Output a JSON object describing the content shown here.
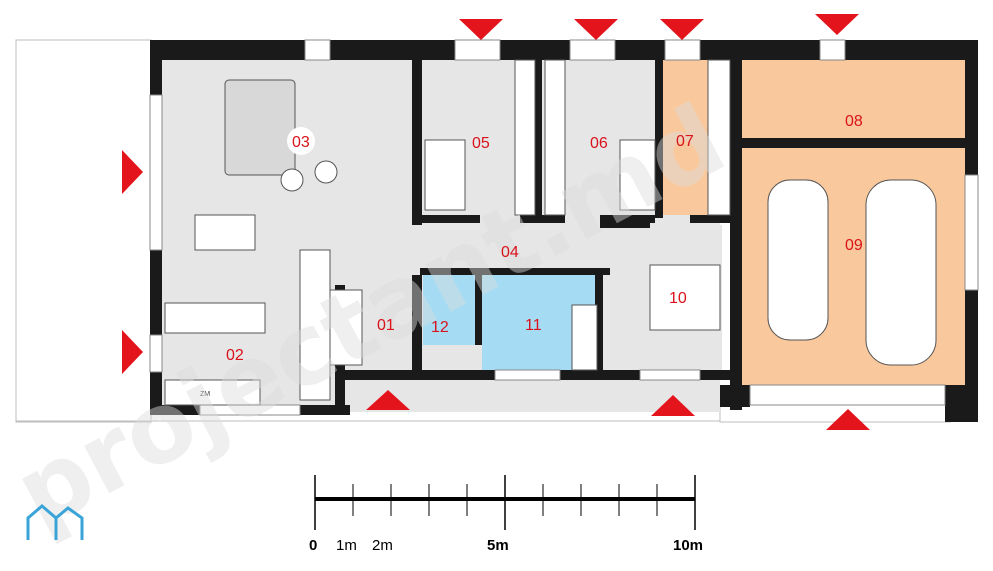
{
  "watermark": "projectant.md",
  "colors": {
    "floor_gray": "#e6e6e6",
    "garage_orange": "#f9c89c",
    "bath_blue": "#a5dcf4",
    "wall": "#1a1a1a",
    "marker_red": "#e4141c",
    "label_red": "#d9121b",
    "logo_blue": "#3aa4d8"
  },
  "rooms": [
    {
      "id": "01",
      "label": "01"
    },
    {
      "id": "02",
      "label": "02"
    },
    {
      "id": "03",
      "label": "03"
    },
    {
      "id": "04",
      "label": "04"
    },
    {
      "id": "05",
      "label": "05"
    },
    {
      "id": "06",
      "label": "06"
    },
    {
      "id": "07",
      "label": "07"
    },
    {
      "id": "08",
      "label": "08"
    },
    {
      "id": "09",
      "label": "09"
    },
    {
      "id": "10",
      "label": "10"
    },
    {
      "id": "11",
      "label": "11"
    },
    {
      "id": "12",
      "label": "12"
    }
  ],
  "fixtures": {
    "oven_label": "ZM"
  },
  "scale_bar": {
    "labels": [
      "0",
      "1m",
      "2m",
      "5m",
      "10m"
    ],
    "bold_labels": [
      "0",
      "5m",
      "10m"
    ]
  },
  "logo_icon": "house-logo-icon",
  "entry_marker_icon": "red-triangle-marker-icon"
}
